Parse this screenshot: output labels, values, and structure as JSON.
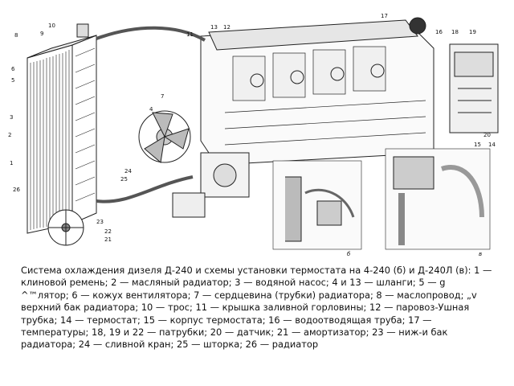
{
  "figure": {
    "labels": {
      "l1": "1",
      "l2": "2",
      "l3": "3",
      "l4": "4",
      "l5": "5",
      "l6": "6",
      "l7": "7",
      "l8": "8",
      "l9": "9",
      "l10": "10",
      "l11": "11",
      "l12": "12",
      "l13": "13",
      "l14": "14",
      "l15": "15",
      "l16": "16",
      "l17": "17",
      "l18": "18",
      "l19": "19",
      "l20": "20",
      "l21": "21",
      "l22": "22",
      "l23": "23",
      "l24": "24",
      "l25": "25",
      "l26": "26",
      "view_b": "б",
      "view_v": "в"
    }
  },
  "caption": {
    "text": "Система охлаждения дизеля Д-240 и схемы установки термостата на 4-240 (б) и Д-240Л (в): 1 — клиновой ремень; 2 — масляный радиатор; 3 — водяной насос; 4 и 13 — шланги; 5 — g ^™лятор; 6 — кожух вентилятора; 7 — сердцевина (трубки) радиатора; 8 — маслопровод; „v верхний бак радиатора; 10 — трос; 11 — крышка заливной горловины; 12 — паровоз-Ушная трубка; 14 — термостат; 15 — корпус термостата; 16 — водоотводящая труба; 17 — температуры; 18, 19 и 22 — патрубки; 20 — датчик; 21 — амортизатор; 23 — ниж-и бак радиатора; 24 — сливной кран; 25 — шторка; 26 — радиатор"
  }
}
